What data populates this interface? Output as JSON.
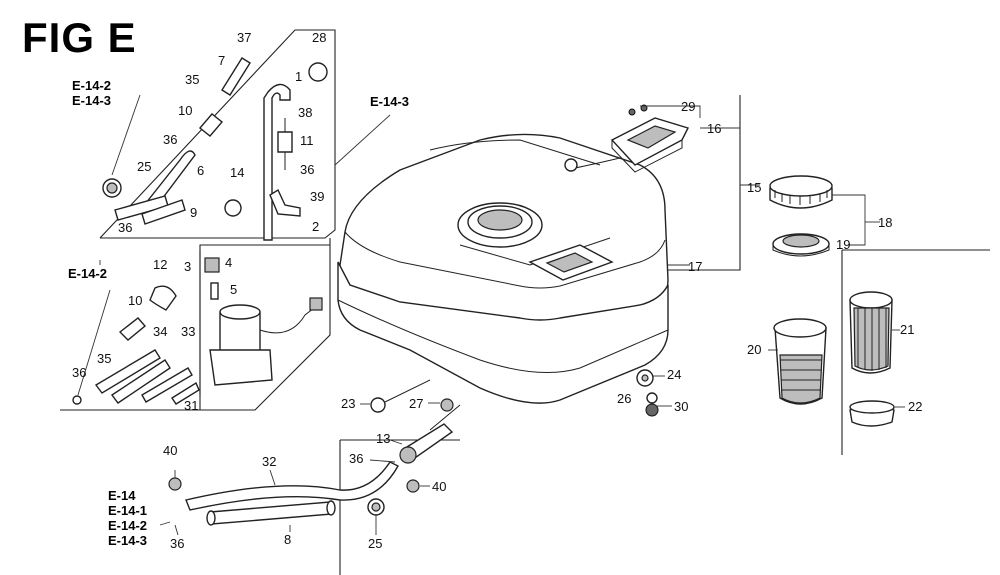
{
  "figure": {
    "title": "FIG E"
  },
  "refs": [
    {
      "id": "r1",
      "lines": [
        "E-14-2",
        "E-14-3"
      ]
    },
    {
      "id": "r2",
      "lines": [
        "E-14-3"
      ]
    },
    {
      "id": "r3",
      "lines": [
        "E-14-2"
      ]
    },
    {
      "id": "r4",
      "lines": [
        "E-14",
        "E-14-1",
        "E-14-2",
        "E-14-3"
      ]
    }
  ],
  "part_numbers": [
    "37",
    "28",
    "7",
    "35",
    "1",
    "10",
    "38",
    "36",
    "11",
    "25",
    "6",
    "14",
    "36",
    "39",
    "9",
    "36",
    "2",
    "3",
    "4",
    "12",
    "5",
    "10",
    "34",
    "33",
    "35",
    "36",
    "31",
    "29",
    "16",
    "15",
    "18",
    "19",
    "17",
    "21",
    "20",
    "24",
    "23",
    "27",
    "26",
    "30",
    "22",
    "13",
    "36",
    "40",
    "32",
    "40",
    "36",
    "8",
    "25"
  ]
}
